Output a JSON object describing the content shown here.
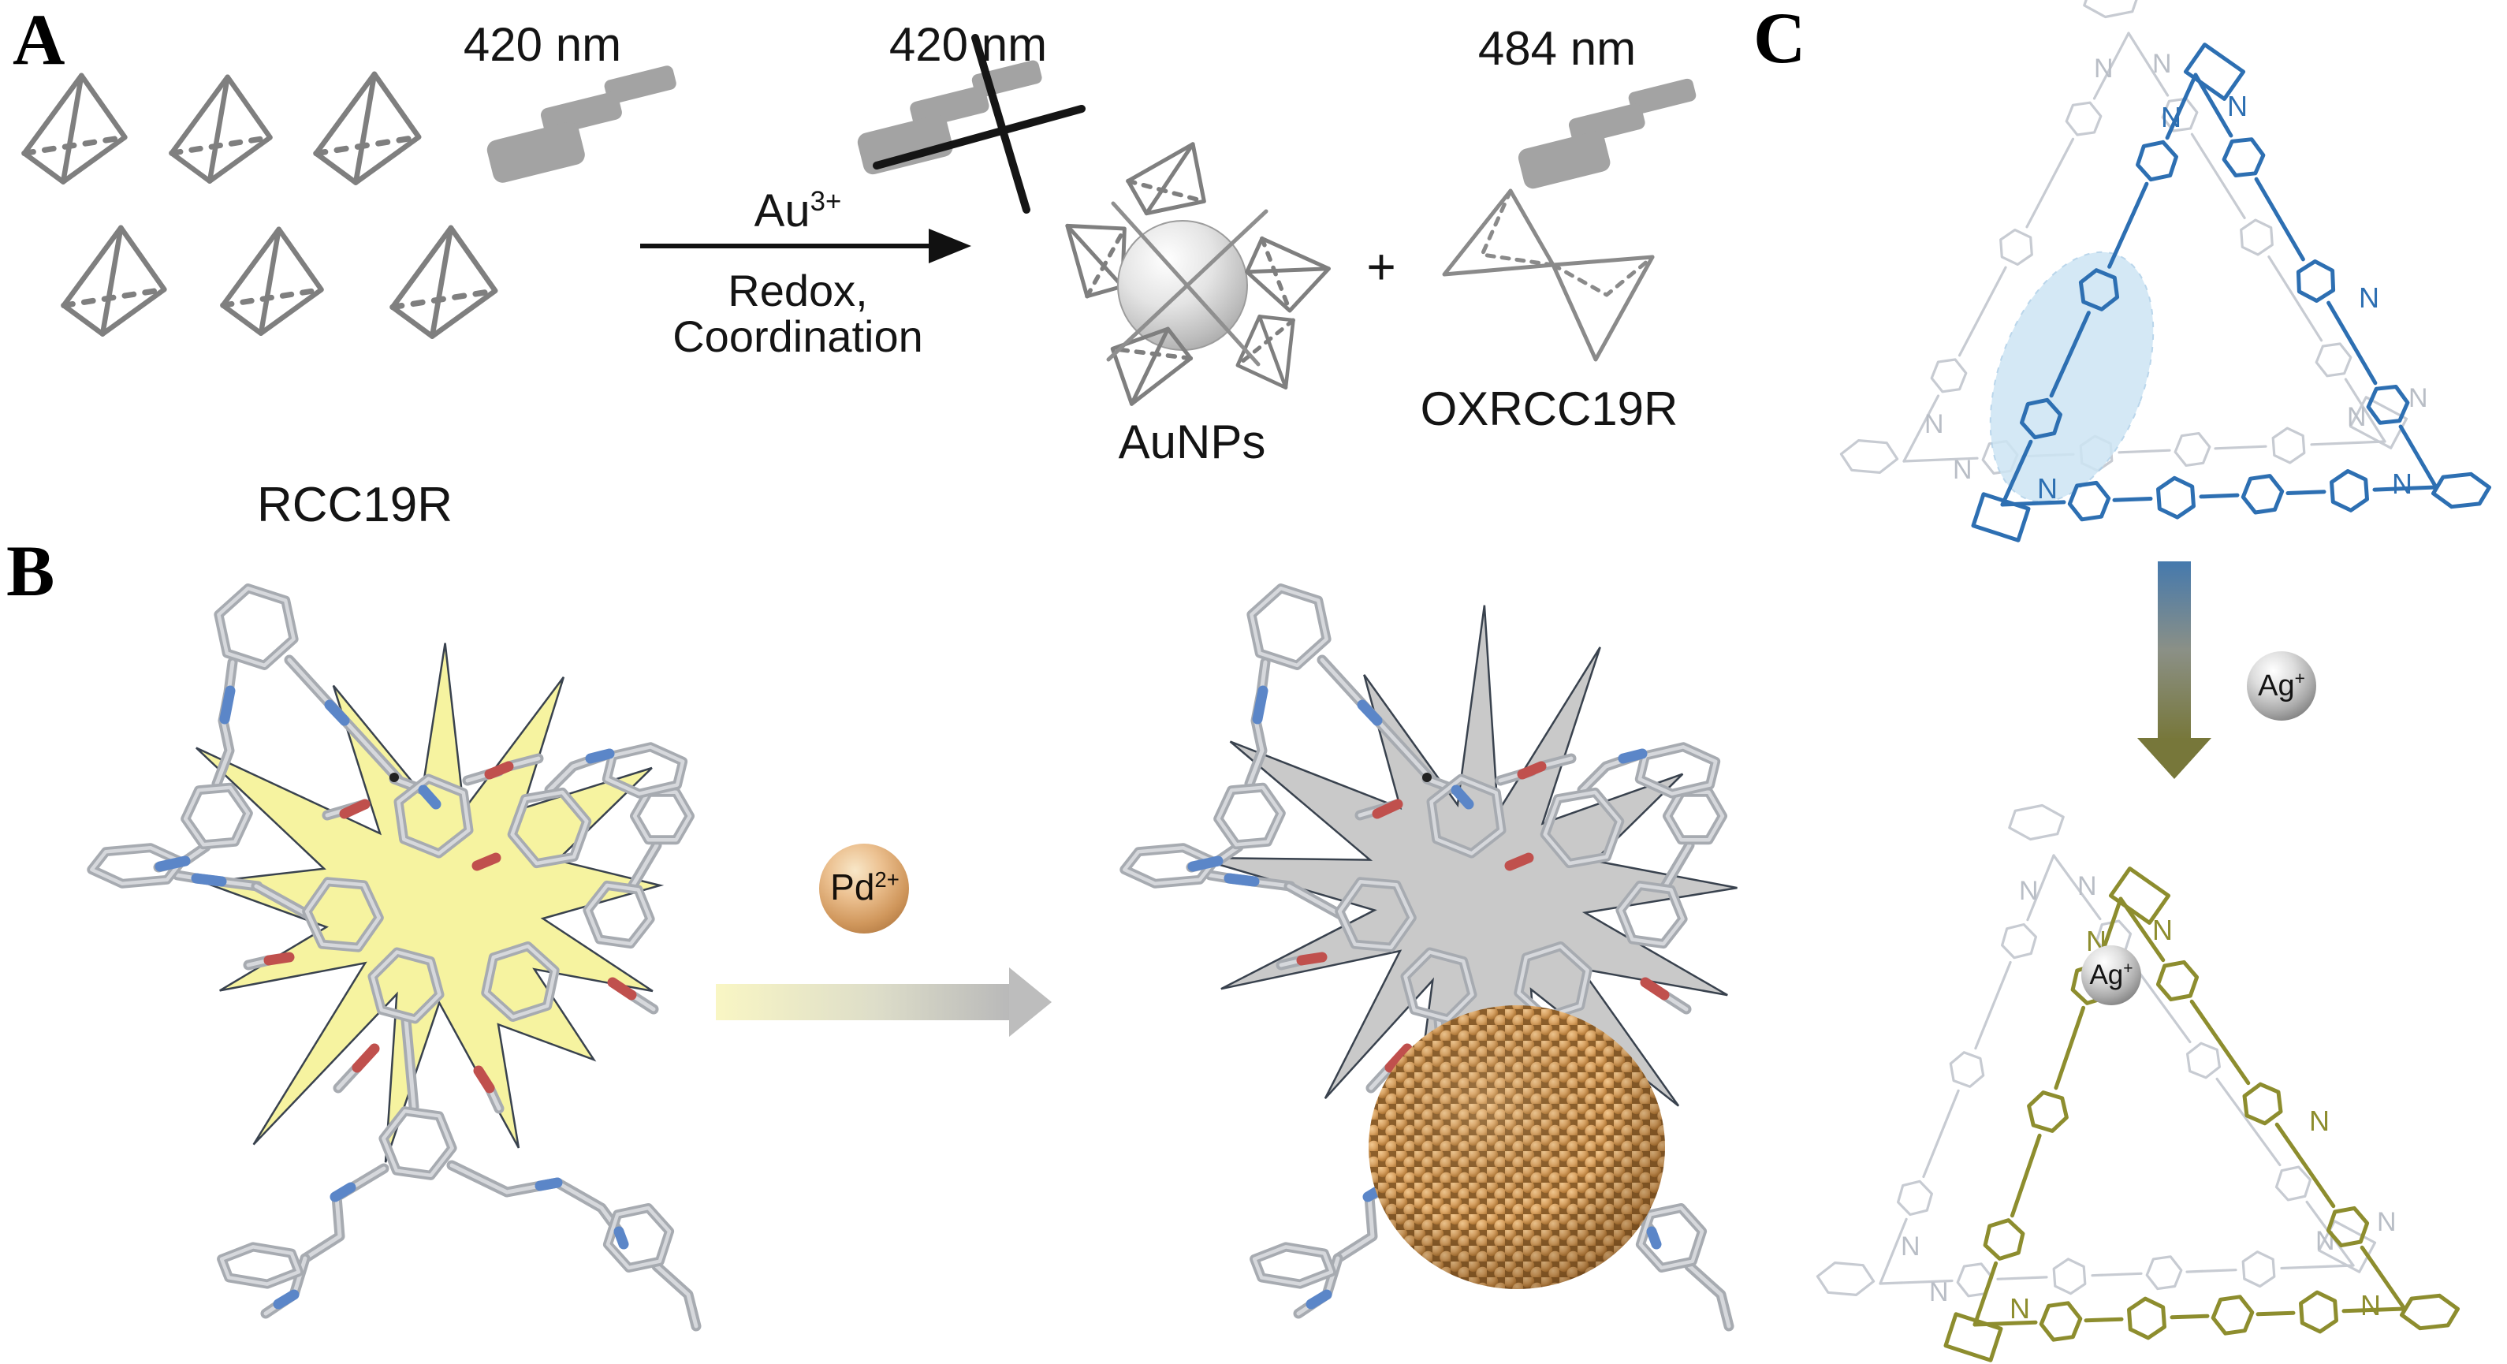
{
  "figure": {
    "panel_a": {
      "label": "A",
      "wavelength_activation": "420 nm",
      "wavelength_blocked": "420 nm",
      "wavelength_emission": "484 nm",
      "reagent_base": "Au",
      "reagent_sup": "3+",
      "condition_line1": "Redox,",
      "condition_line2": "Coordination",
      "reactant_label": "RCC19R",
      "product_nanoparticle_label": "AuNPs",
      "plus_sign": "+",
      "product_cage_label": "OXRCC19R"
    },
    "panel_b": {
      "label": "B",
      "ion_base": "Pd",
      "ion_sup": "2+"
    },
    "panel_c": {
      "label": "C",
      "ion_base": "Ag",
      "ion_sup": "+",
      "atom_label": "N"
    }
  },
  "colors": {
    "shape_gray": "#7f7f7f",
    "bolt_gray": "#a3a3a3",
    "starburst_yellow": "#f6f3a0",
    "starburst_gray": "#c9c9c9",
    "burst_outline": "#39424e",
    "stick_gray": "#a7abb1",
    "stick_light": "#d6d8dc",
    "nitrogen_blue": "#5b86c8",
    "oxygen_red": "#c0504d",
    "cage_blue": "#2d6fb2",
    "cage_olive": "#8d8d2e",
    "back_gray": "#c7cbd2",
    "back_text_gray": "#b9bec6",
    "nanoparticle_orange": "#d79a58",
    "highlight_blue": "#cde5f4",
    "text_black": "#141414"
  }
}
